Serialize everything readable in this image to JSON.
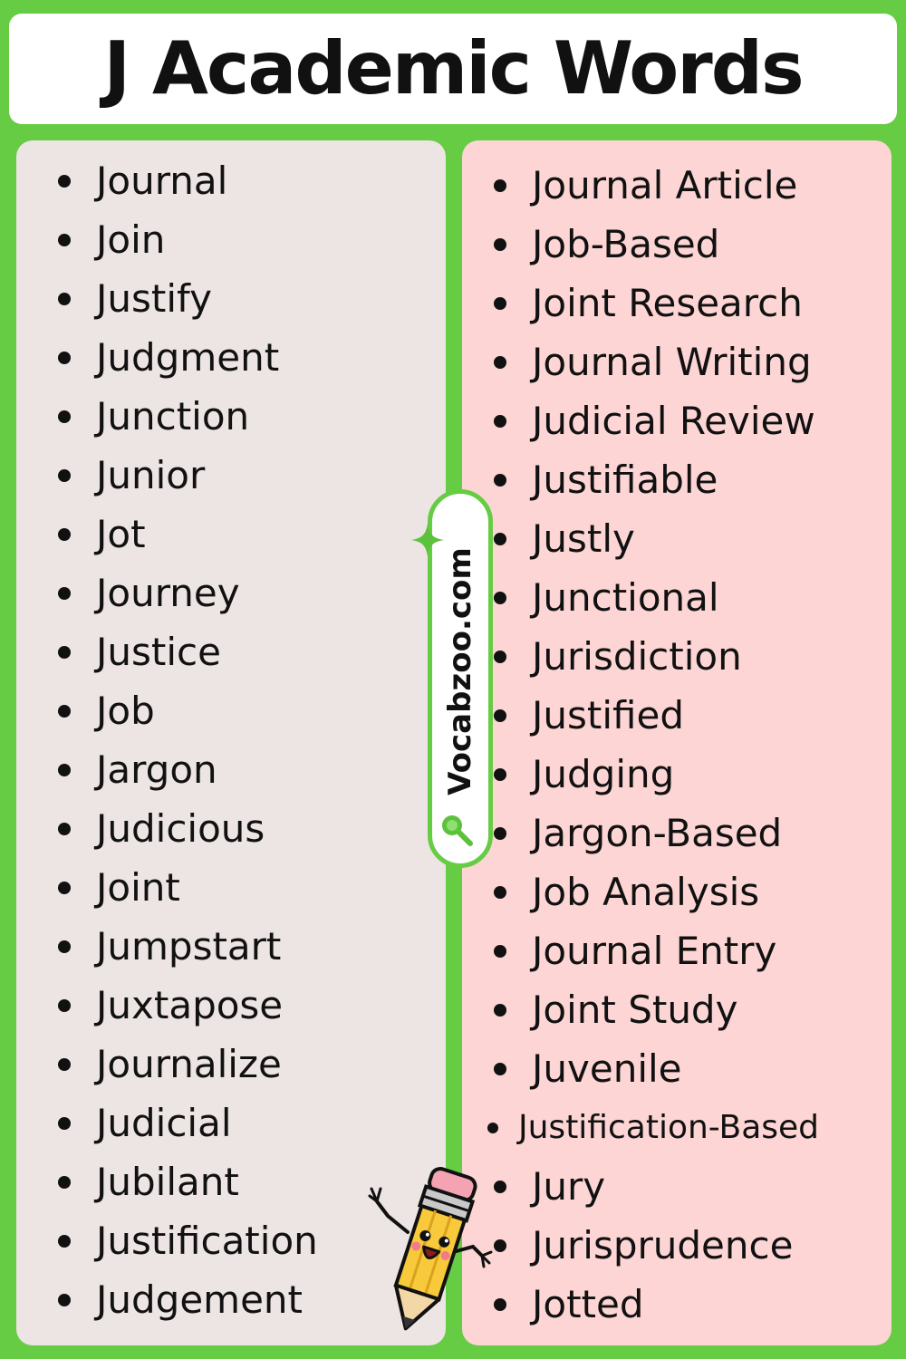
{
  "title": "J Academic Words",
  "watermark": "Vocabzoo.com",
  "icons": {
    "sparkle": "sparkle-icon",
    "magnifier": "magnifier-icon",
    "mascot": "pencil-mascot-icon"
  },
  "colors": {
    "background": "#66cc44",
    "title_bg": "#ffffff",
    "left_panel": "#ede4e4",
    "right_panel": "#fdd5d5",
    "text": "#111111"
  },
  "left_words": [
    "Journal",
    "Join",
    "Justify",
    "Judgment",
    "Junction",
    "Junior",
    "Jot",
    "Journey",
    "Justice",
    "Job",
    "Jargon",
    "Judicious",
    "Joint",
    "Jumpstart",
    "Juxtapose",
    "Journalize",
    "Judicial",
    "Jubilant",
    "Justification",
    "Judgement"
  ],
  "right_words": [
    "Journal Article",
    "Job-Based",
    "Joint Research",
    "Journal Writing",
    "Judicial Review",
    "Justifiable",
    "Justly",
    "Junctional",
    "Jurisdiction",
    "Justified",
    "Judging",
    "Jargon-Based",
    "Job Analysis",
    "Journal Entry",
    "Joint Study",
    "Juvenile",
    "Justification-Based",
    "Jury",
    "Jurisprudence",
    "Jotted"
  ]
}
